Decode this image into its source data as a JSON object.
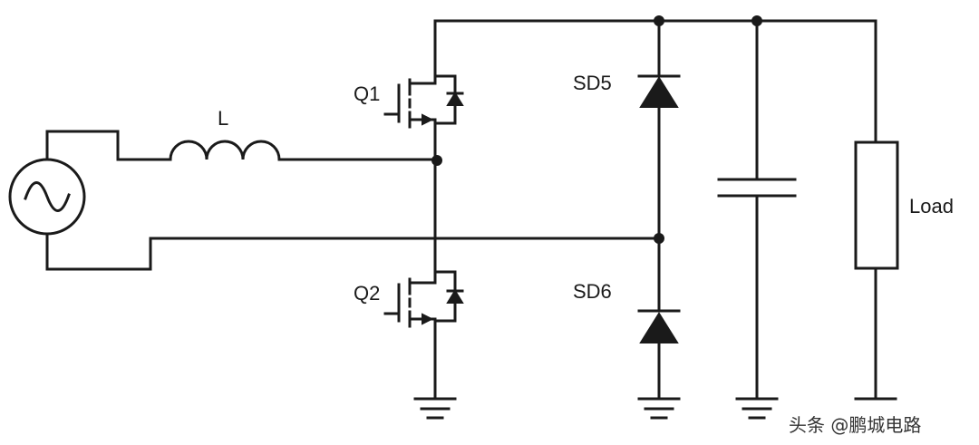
{
  "labels": {
    "inductor": "L",
    "q1": "Q1",
    "q2": "Q2",
    "sd5": "SD5",
    "sd6": "SD6",
    "load": "Load"
  },
  "watermark": {
    "text": "头条 @鹏城电路"
  },
  "colors": {
    "line": "#1a1a1a",
    "background": "#ffffff"
  }
}
